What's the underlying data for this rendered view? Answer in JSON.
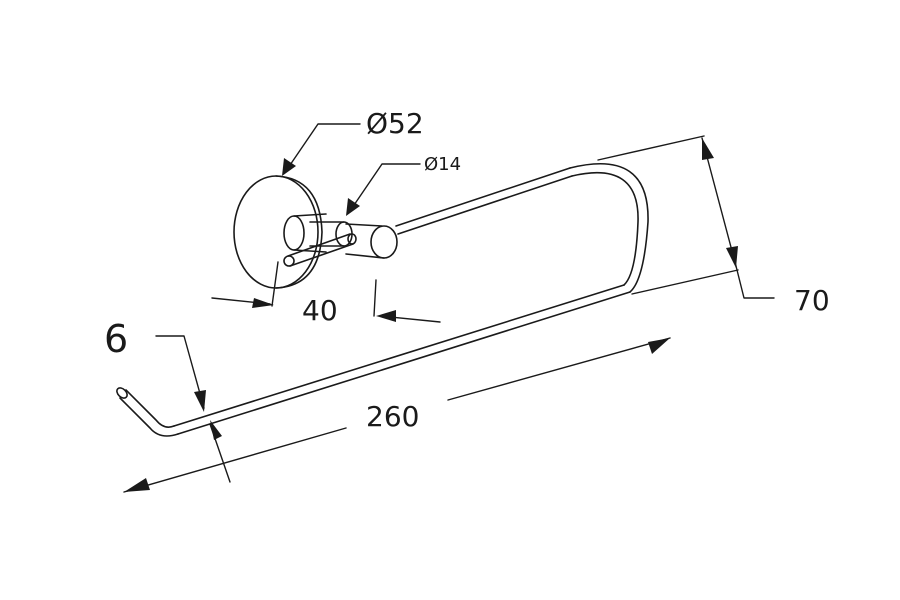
{
  "drawing": {
    "dimensions": {
      "base_diameter": "Ø52",
      "rod_diameter": "Ø14",
      "projection": "40",
      "wire_thickness": "6",
      "length": "260",
      "height": "70"
    },
    "line_color": "#1a1a1a",
    "background_color": "#ffffff"
  }
}
